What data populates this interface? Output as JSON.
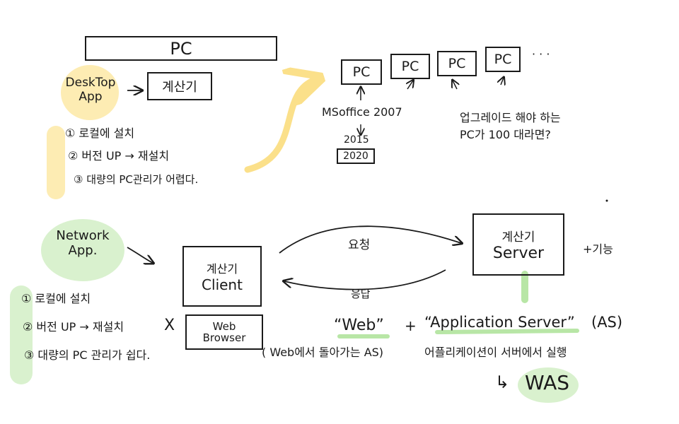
{
  "desktop": {
    "pc_banner": "PC",
    "app_label_line1": "DeskTop",
    "app_label_line2": "App",
    "calculator": "계산기",
    "list": [
      "① 로컬에 설치",
      "② 버전 UP → 재설치",
      "③ 대량의 PC관리가 어렵다."
    ]
  },
  "pcs": {
    "items": [
      "PC",
      "PC",
      "PC",
      "PC"
    ],
    "ellipsis": "· · ·",
    "versions": [
      "MSoffice 2007",
      "2015",
      "2020"
    ],
    "note_line1": "업그레이드 해야 하는",
    "note_line2": "PC가 100 대라면?"
  },
  "network": {
    "app_label_line1": "Network",
    "app_label_line2": "App.",
    "client_line1": "계산기",
    "client_line2": "Client",
    "server_line1": "계산기",
    "server_line2": "Server",
    "request": "요청",
    "response": "응답",
    "plus_feature": "+기능",
    "web_browser_line1": "Web",
    "web_browser_line2": "Browser",
    "cross": "X",
    "list": [
      "① 로컬에 설치",
      "② 버전 UP → 재설치",
      "③ 대량의 PC 관리가 쉽다."
    ]
  },
  "was": {
    "web_quote": "“Web”",
    "plus": "+",
    "app_server_quote": "“Application Server”",
    "as_abbr": "(AS)",
    "note_left": "( Web에서 돌아가는 AS)",
    "note_right": "어플리케이션이 서버에서 실행",
    "arrow": "↳",
    "result": "WAS"
  },
  "colors": {
    "ink": "#1a1a1a",
    "highlight_yellow": "#fde9a6",
    "highlight_green": "#d5f0c9"
  }
}
